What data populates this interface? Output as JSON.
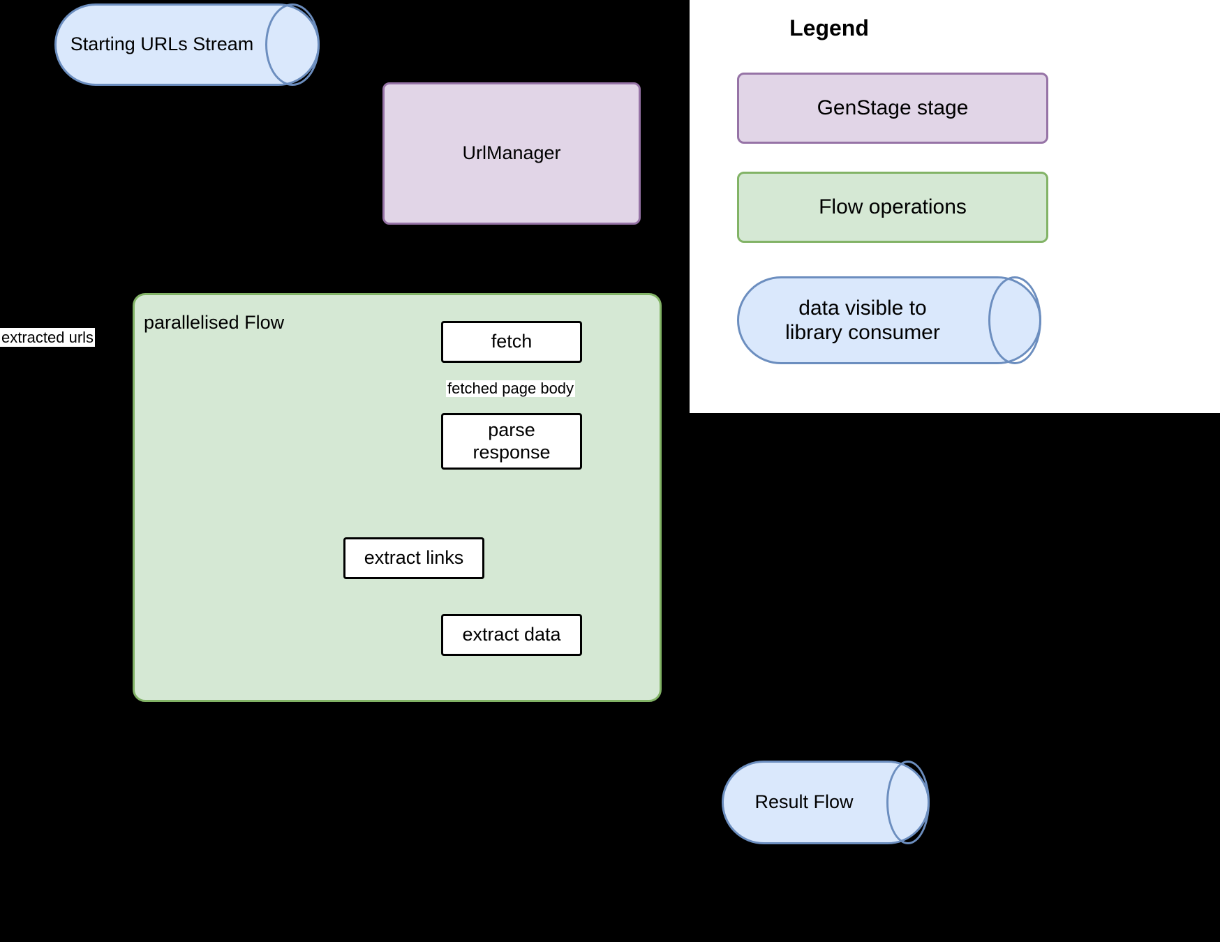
{
  "diagram": {
    "type": "flowchart",
    "background": "#000000",
    "nodes": {
      "starting_urls_stream": {
        "label": "Starting URLs Stream",
        "shape": "cylinder",
        "fill": "#dae8fc",
        "stroke": "#6c8ebf"
      },
      "url_manager": {
        "label": "UrlManager",
        "shape": "rounded-rect",
        "fill": "#e1d5e7",
        "stroke": "#9673a6"
      },
      "parallelised_flow": {
        "label": "parallelised Flow",
        "shape": "container",
        "fill": "#d5e8d4",
        "stroke": "#82b366"
      },
      "fetch": {
        "label": "fetch",
        "shape": "rect",
        "fill": "#ffffff",
        "stroke": "#000000"
      },
      "parse_response": {
        "label": "parse\nresponse",
        "line1": "parse",
        "line2": "response",
        "shape": "rect",
        "fill": "#ffffff",
        "stroke": "#000000"
      },
      "extract_links": {
        "label": "extract links",
        "shape": "rect",
        "fill": "#ffffff",
        "stroke": "#000000"
      },
      "extract_data": {
        "label": "extract data",
        "shape": "rect",
        "fill": "#ffffff",
        "stroke": "#000000"
      },
      "result_flow": {
        "label": "Result Flow",
        "shape": "cylinder",
        "fill": "#dae8fc",
        "stroke": "#6c8ebf"
      }
    },
    "edge_labels": {
      "extracted_urls": "extracted urls",
      "fetched_page_body": "fetched page body"
    }
  },
  "legend": {
    "title": "Legend",
    "items": [
      {
        "label": "GenStage stage",
        "fill": "#e1d5e7",
        "stroke": "#9673a6",
        "shape": "rounded-rect"
      },
      {
        "label": "Flow operations",
        "fill": "#d5e8d4",
        "stroke": "#82b366",
        "shape": "rounded-rect"
      },
      {
        "label": "data visible to library consumer",
        "line1": "data visible to",
        "line2": "library consumer",
        "fill": "#dae8fc",
        "stroke": "#6c8ebf",
        "shape": "cylinder"
      }
    ]
  }
}
